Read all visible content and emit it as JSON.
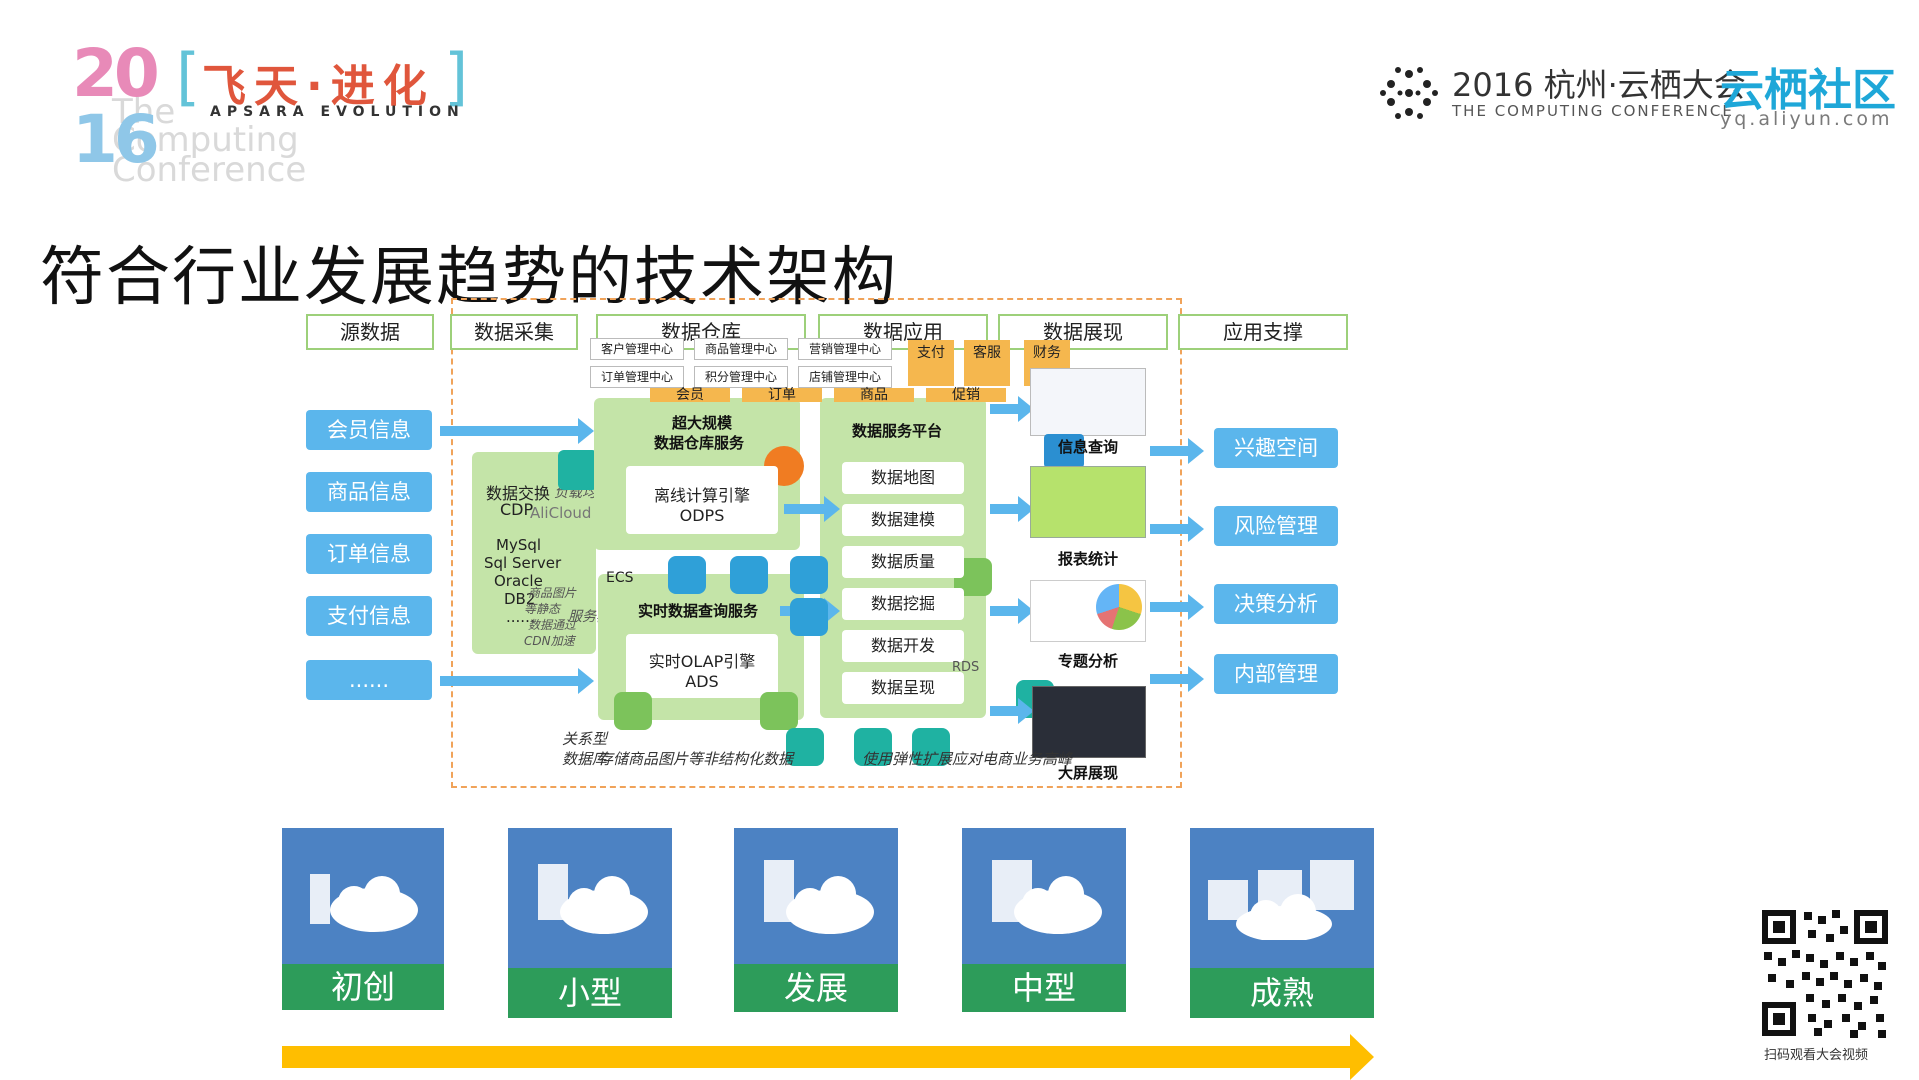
{
  "header": {
    "logo_left": {
      "year_top": "20",
      "year_bottom": "16",
      "bracket_left": "[",
      "bracket_right": "]",
      "title_cn": "飞天·进化",
      "title_en": "APSARA EVOLUTION",
      "bg_text_1": "The",
      "bg_text_2": "Computing",
      "bg_text_3": "Conference"
    },
    "logo_right": {
      "title": "2016 杭州·云栖大会",
      "subtitle": "THE COMPUTING CONFERENCE",
      "brand": "云栖社区",
      "url": "yq.aliyun.com"
    }
  },
  "page_title": "符合行业发展趋势的技术架构",
  "diagram": {
    "column_headers": [
      "源数据",
      "数据采集",
      "数据仓库",
      "数据应用",
      "数据展现",
      "应用支撑"
    ],
    "source_items": [
      "会员信息",
      "商品信息",
      "订单信息",
      "支付信息",
      "......"
    ],
    "collection": {
      "lines": [
        "数据交换",
        "CDP",
        "MySql",
        "Sql Server",
        "Oracle",
        "DB2",
        "......"
      ],
      "overlay_1": "负载均衡",
      "overlay_2": "AliCloud CDN",
      "overlay_3": "商品图片",
      "overlay_4": "等静态",
      "overlay_5": "数据通过",
      "overlay_6": "CDN加速",
      "overlay_7": "服务器"
    },
    "top_boxes": [
      "客户管理中心",
      "商品管理中心",
      "营销管理中心",
      "订单管理中心",
      "积分管理中心",
      "店铺管理中心"
    ],
    "orange_boxes": [
      "支付",
      "客服",
      "财务"
    ],
    "orange_row": [
      "会员",
      "订单",
      "商品",
      "促销"
    ],
    "warehouse": {
      "title_1": "超大规模",
      "title_2": "数据仓库服务",
      "offline_1": "离线计算引擎",
      "offline_2": "ODPS",
      "realtime_title": "实时数据查询服务",
      "olap_1": "实时OLAP引擎",
      "olap_2": "ADS",
      "ecs": "ECS"
    },
    "platform": {
      "title": "数据服务平台",
      "items": [
        "数据地图",
        "数据建模",
        "数据质量",
        "数据挖掘",
        "数据开发",
        "数据呈现"
      ],
      "rds": "RDS"
    },
    "display": [
      "信息查询",
      "报表统计",
      "专题分析",
      "大屏展现"
    ],
    "support": [
      "兴趣空间",
      "风险管理",
      "决策分析",
      "内部管理"
    ],
    "footer_1": "关系型",
    "footer_2": "数据库",
    "footer_3": "存储商品图片等非结构化数据",
    "footer_4": "使用弹性扩展应对电商业务高峰"
  },
  "stages": [
    "初创",
    "小型",
    "发展",
    "中型",
    "成熟"
  ],
  "qr_caption": "扫码观看大会视频",
  "colors": {
    "stage_top": "#4c82c3",
    "stage_bottom": "#2d9c5a",
    "arrow": "#ffbe00",
    "pill": "#5bb6ec",
    "panel": "#c4e4a8"
  }
}
